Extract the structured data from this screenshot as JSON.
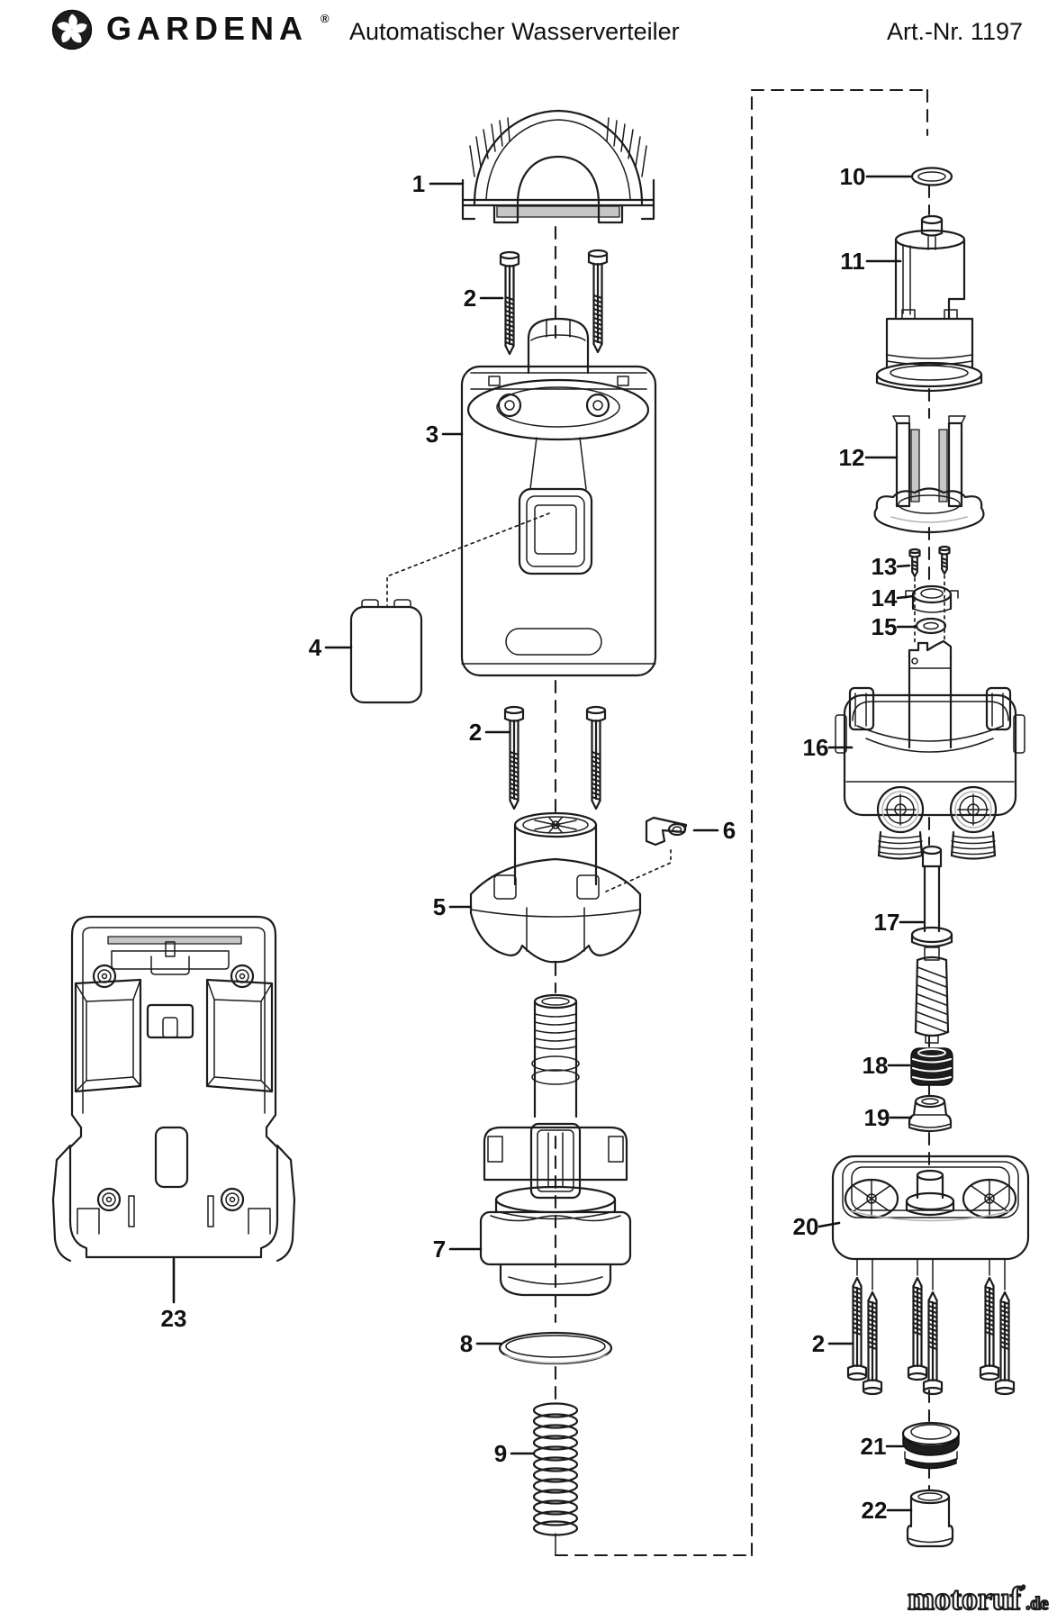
{
  "header": {
    "brand": "GARDENA",
    "registered_mark": "®",
    "product_title": "Automatischer Wasserverteiler",
    "article_label": "Art.-Nr. 1197"
  },
  "diagram": {
    "callouts": [
      {
        "label": "1"
      },
      {
        "label": "2"
      },
      {
        "label": "3"
      },
      {
        "label": "4"
      },
      {
        "label": "2"
      },
      {
        "label": "5"
      },
      {
        "label": "6"
      },
      {
        "label": "7"
      },
      {
        "label": "8"
      },
      {
        "label": "9"
      },
      {
        "label": "10"
      },
      {
        "label": "11"
      },
      {
        "label": "12"
      },
      {
        "label": "13"
      },
      {
        "label": "14"
      },
      {
        "label": "15"
      },
      {
        "label": "16"
      },
      {
        "label": "17"
      },
      {
        "label": "18"
      },
      {
        "label": "19"
      },
      {
        "label": "20"
      },
      {
        "label": "2"
      },
      {
        "label": "21"
      },
      {
        "label": "22"
      },
      {
        "label": "23"
      }
    ]
  },
  "watermark": {
    "letters": [
      {
        "ch": "m",
        "color": "#5b74cc"
      },
      {
        "ch": "o",
        "color": "#3fa344"
      },
      {
        "ch": "t",
        "color": "#e86fa4"
      },
      {
        "ch": "o",
        "color": "#1d7a52"
      },
      {
        "ch": "r",
        "color": "#e85c1e"
      },
      {
        "ch": "u",
        "color": "#2e4fc0"
      },
      {
        "ch": "f",
        "color": "#f59a00"
      }
    ],
    "tick": "’",
    "suffix": ".de"
  },
  "colors": {
    "line": "#1c1c1c",
    "shade": "#b3b3b3",
    "label": "#111111",
    "background": "#ffffff"
  }
}
